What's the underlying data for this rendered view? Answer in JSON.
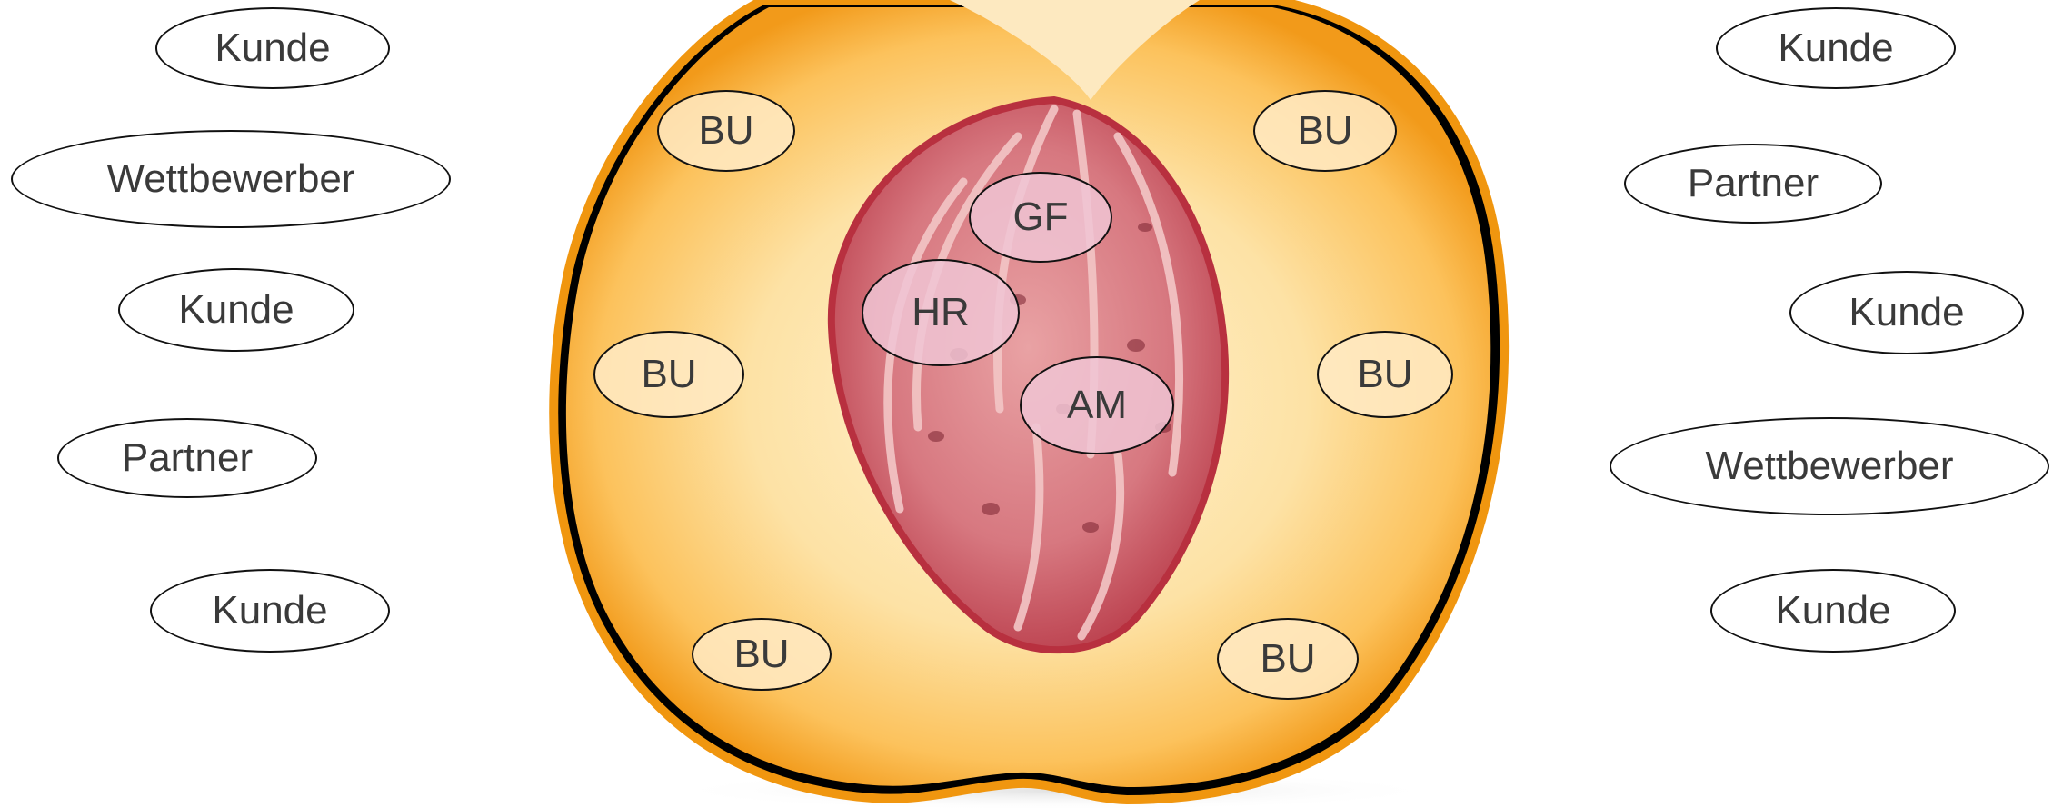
{
  "left_labels": [
    "Kunde",
    "Wettbewerber",
    "Kunde",
    "Partner",
    "Kunde"
  ],
  "right_labels": [
    "Kunde",
    "Partner",
    "Kunde",
    "Wettbewerber",
    "Kunde"
  ],
  "bu_labels": [
    "BU",
    "BU",
    "BU",
    "BU",
    "BU",
    "BU"
  ],
  "core_labels": {
    "gf": "GF",
    "hr": "HR",
    "am": "AM"
  },
  "colors": {
    "peach_skin": "#f29a1a",
    "peach_flesh": "#fcd089",
    "pit": "#c8505c",
    "pit_ridges": "#e9a2a4",
    "label_border": "#111111",
    "label_text": "#3a3a3a"
  }
}
